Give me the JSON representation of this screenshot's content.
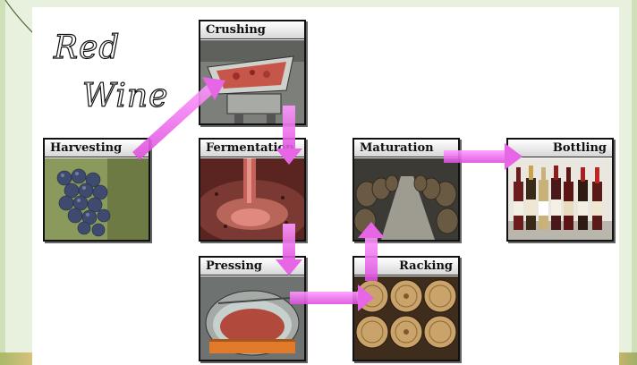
{
  "title": {
    "line1": "Red",
    "line2": "Wine"
  },
  "stages": {
    "crushing": "Crushing",
    "harvesting": "Harvesting",
    "fermentation": "Fermentation",
    "maturation": "Maturation",
    "bottling": "Bottling",
    "pressing": "Pressing",
    "racking": "Racking"
  },
  "colors": {
    "arrow": "#ee66ee",
    "background": "#e8f1dd",
    "panel": "#ffffff"
  }
}
